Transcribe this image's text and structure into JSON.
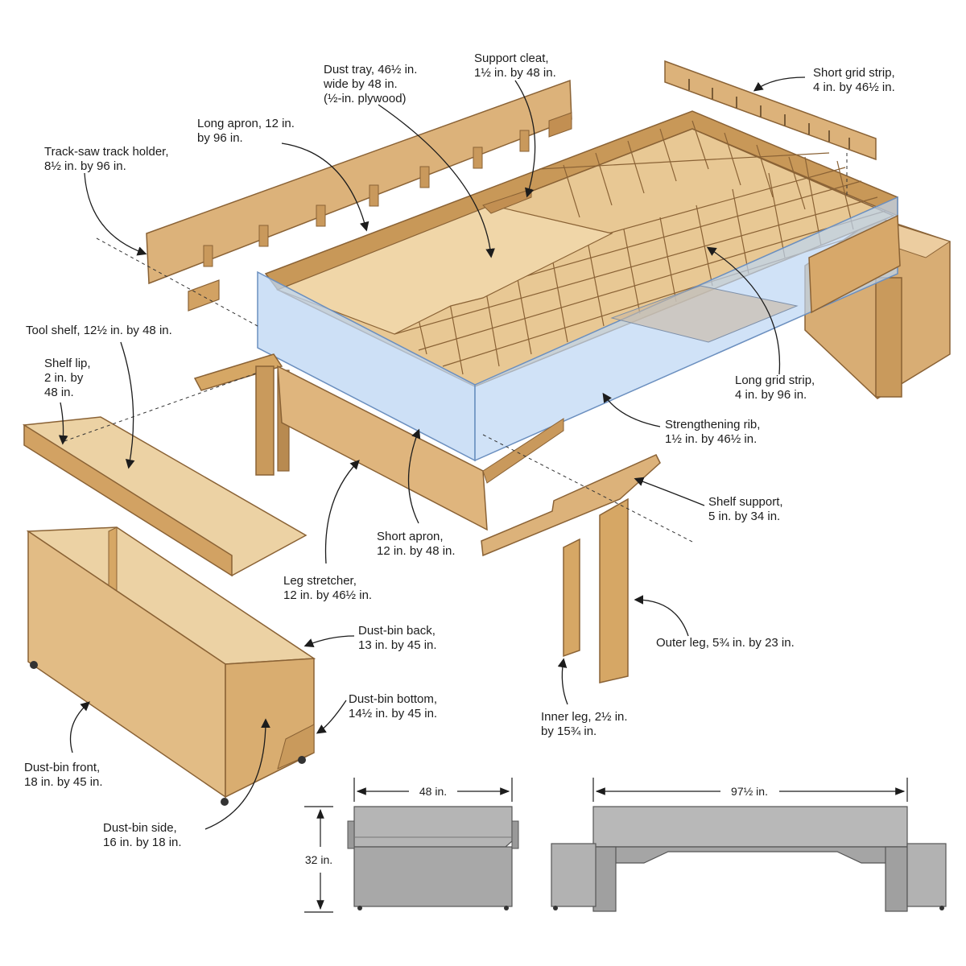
{
  "callouts": [
    {
      "id": "dust-tray",
      "text": "Dust tray, 46½ in.\nwide by 48 in.\n(½-in. plywood)"
    },
    {
      "id": "support-cleat",
      "text": "Support cleat,\n1½ in. by 48 in."
    },
    {
      "id": "short-grid-strip",
      "text": "Short grid strip,\n4 in. by 46½ in."
    },
    {
      "id": "long-apron",
      "text": "Long apron, 12 in.\nby 96 in."
    },
    {
      "id": "track-holder",
      "text": "Track-saw track holder,\n8½ in. by 96 in."
    },
    {
      "id": "tool-shelf",
      "text": "Tool shelf, 12½ in. by 48 in."
    },
    {
      "id": "shelf-lip",
      "text": "Shelf lip,\n2 in. by\n48 in."
    },
    {
      "id": "long-grid-strip",
      "text": "Long grid strip,\n4 in. by 96 in."
    },
    {
      "id": "strengthening-rib",
      "text": "Strengthening rib,\n1½ in. by 46½ in."
    },
    {
      "id": "shelf-support",
      "text": "Shelf support,\n5 in. by 34 in."
    },
    {
      "id": "short-apron",
      "text": "Short apron,\n12 in. by 48 in."
    },
    {
      "id": "leg-stretcher",
      "text": "Leg stretcher,\n12 in. by 46½ in."
    },
    {
      "id": "dust-bin-back",
      "text": "Dust-bin back,\n13 in. by 45 in."
    },
    {
      "id": "outer-leg",
      "text": "Outer leg, 5¾ in. by 23 in."
    },
    {
      "id": "dust-bin-bottom",
      "text": "Dust-bin bottom,\n14½ in. by 45 in."
    },
    {
      "id": "inner-leg",
      "text": "Inner leg, 2½ in.\nby 15¾ in."
    },
    {
      "id": "dust-bin-front",
      "text": "Dust-bin front,\n18 in. by 45 in."
    },
    {
      "id": "dust-bin-side",
      "text": "Dust-bin side,\n16 in. by 18 in."
    }
  ],
  "dimensions": {
    "end_width": "48 in.",
    "height": "32 in.",
    "length": "97½ in."
  },
  "colors": {
    "wood": "#dcb27a",
    "wood_dark": "#b8874d",
    "wood_light": "#ecd2a4",
    "blue_panel": "#bcd6f3",
    "elevation_gray": "#b5b5b5",
    "elevation_dark": "#8a8a8a"
  }
}
